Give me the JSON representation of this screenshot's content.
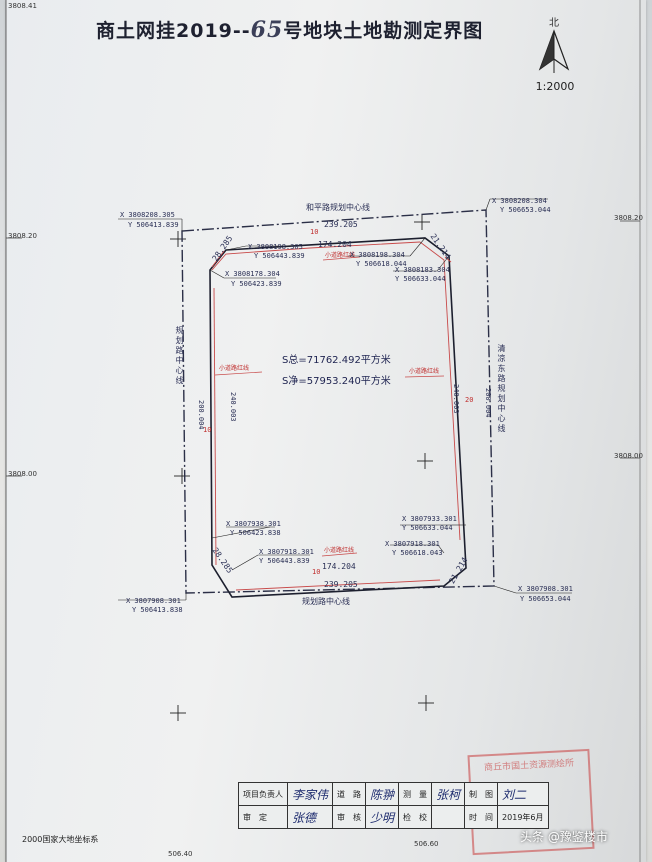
{
  "title": {
    "main_prefix": "商土网挂2019--",
    "handwritten_number": "65",
    "main_suffix": "号地块土地勘测定界图"
  },
  "north": {
    "label": "北",
    "scale": "1:2000"
  },
  "roads": {
    "top": "和平路规划中心线",
    "bottom": "规划路中心线",
    "left": "规划路中心线",
    "right": "清凉东路规划中心线"
  },
  "red_line_label": "小道路红线",
  "area": {
    "total": "S总=71762.492平方米",
    "net": "S净=57953.240平方米"
  },
  "dimensions": {
    "outer_top": "239.205",
    "outer_bottom": "239.205",
    "outer_left": "240.003",
    "outer_right": "240.003",
    "inner_top": "174.204",
    "inner_bottom": "174.204",
    "inner_left": "200.004",
    "inner_right": "200.004",
    "chamfer_tl": "28.285",
    "chamfer_tr": "21.214",
    "chamfer_bl": "28.285",
    "chamfer_br": "21.214",
    "setback_top": "10",
    "setback_left": "10",
    "setback_right": "20",
    "setback_bottom": "10"
  },
  "coords": {
    "outer_tl": {
      "x": "X 3808208.305",
      "y": "Y 506413.839"
    },
    "outer_tr": {
      "x": "X 3808208.304",
      "y": "Y 506653.044"
    },
    "outer_bl": {
      "x": "X 3807908.301",
      "y": "Y 506413.838"
    },
    "outer_br": {
      "x": "X 3807908.301",
      "y": "Y 506653.044"
    },
    "tl_a": {
      "x": "X 3808198.305",
      "y": "Y 506443.839"
    },
    "tl_b": {
      "x": "X 3808178.304",
      "y": "Y 506423.839"
    },
    "tr_a": {
      "x": "X 3808198.304",
      "y": "Y 506618.044"
    },
    "tr_b": {
      "x": "X 3808183.304",
      "y": "Y 506633.044"
    },
    "bl_a": {
      "x": "X 3807938.301",
      "y": "Y 506423.838"
    },
    "bl_b": {
      "x": "X 3807918.301",
      "y": "Y 506443.839"
    },
    "br_a": {
      "x": "X 3807933.301",
      "y": "Y 506633.044"
    },
    "br_b": {
      "x": "X 3807918.301",
      "y": "Y 506618.043"
    }
  },
  "grid_labels": {
    "left_1": "3808.20",
    "left_2": "3808.00",
    "right_1": "3808.20",
    "right_2": "3808.00",
    "bottom_1": "506.40",
    "bottom_2": "506.60",
    "corner_top": "3808.41"
  },
  "signoff": {
    "project_lead_label": "项目负责人",
    "project_lead_sig": "李家伟",
    "road_label": "道　路",
    "road_sig": "陈翀",
    "survey_label": "测　量",
    "survey_sig": "张柯",
    "draw_label": "制　图",
    "draw_sig": "刘二",
    "review_label": "审　定",
    "review_sig": "张德",
    "audit_label": "审　核",
    "audit_sig": "少明",
    "check_label": "检　校",
    "time_label": "时　间",
    "time_value": "2019年6月"
  },
  "stamp": {
    "text": "商丘市国土资源测绘所"
  },
  "coord_system": "2000国家大地坐标系",
  "watermark": "头条 @豫鉴楼市"
}
